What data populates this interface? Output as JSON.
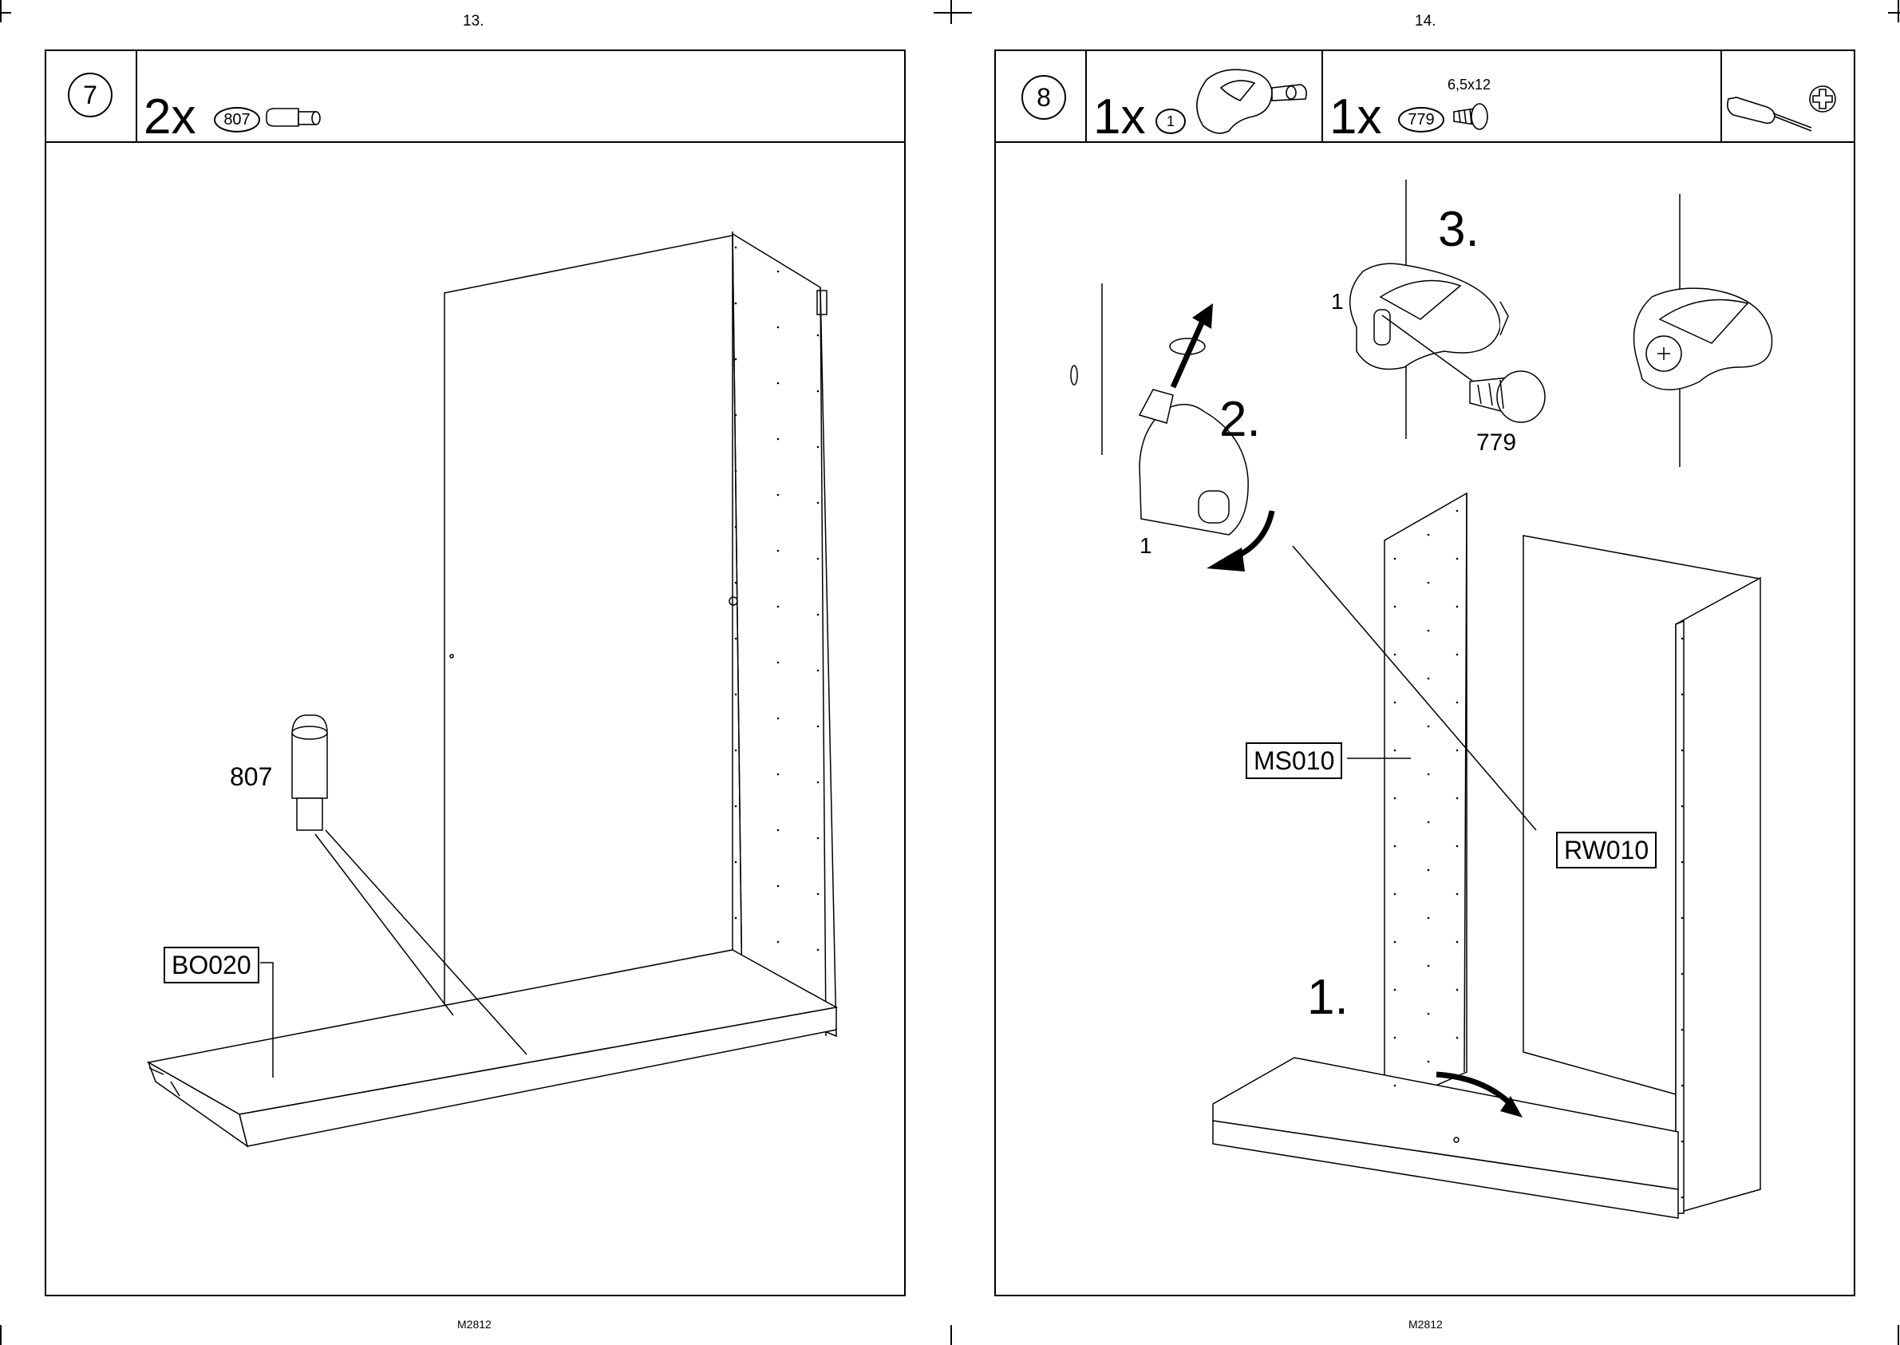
{
  "pages": [
    {
      "page_number": "13.",
      "footer": "M2812",
      "step": "7",
      "header_parts": [
        {
          "qty": "2x",
          "part_id": "807",
          "icon": "dowel-icon"
        }
      ],
      "labels": {
        "part_label": "807",
        "panel_label": "BO020"
      }
    },
    {
      "page_number": "14.",
      "footer": "M2812",
      "step": "8",
      "header_parts": [
        {
          "qty": "1x",
          "part_id": "1",
          "icon": "bracket-icon"
        },
        {
          "qty": "1x",
          "part_id": "779",
          "spec": "6,5x12",
          "icon": "screw-icon"
        }
      ],
      "tools": [
        "screwdriver-icon",
        "phillips-head-icon"
      ],
      "substeps": [
        "1.",
        "2.",
        "3."
      ],
      "labels": {
        "bracket_1a": "1",
        "bracket_1b": "1",
        "screw": "779",
        "panel_ms": "MS010",
        "panel_rw": "RW010"
      }
    }
  ]
}
